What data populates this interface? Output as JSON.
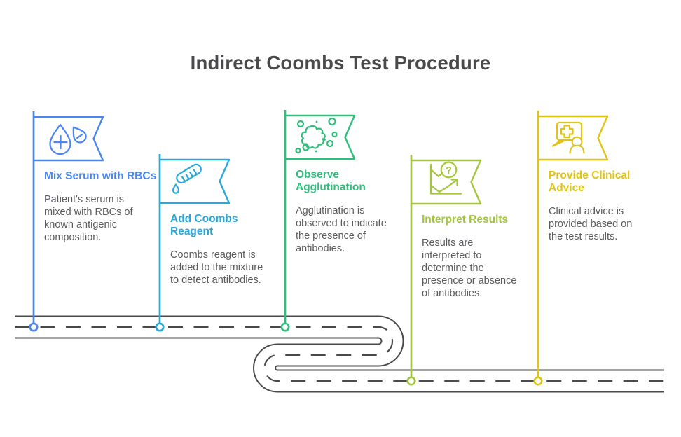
{
  "page": {
    "title": "Indirect Coombs Test Procedure",
    "background": "#ffffff",
    "title_color": "#4a4a4c",
    "body_text_color": "#5b5b5f"
  },
  "road": {
    "line_color": "#4a4a4a",
    "surface_color": "#ffffff"
  },
  "icons": {
    "question_mark": "?"
  },
  "steps": [
    {
      "title": "Mix Serum with RBCs",
      "description": "Patient's serum is\nmixed with RBCs of\nknown antigenic\ncomposition.",
      "color": "#4a86f0",
      "icon": "serum-droplets-icon"
    },
    {
      "title": "Add Coombs\nReagent",
      "description": "Coombs reagent is\nadded to the mixture\nto detect antibodies.",
      "color": "#29a9db",
      "icon": "reagent-tube-icon"
    },
    {
      "title": "Observe\nAgglutination",
      "description": "Agglutination is\nobserved to indicate\nthe presence of\nantibodies.",
      "color": "#2fbe7b",
      "icon": "agglutination-splat-icon"
    },
    {
      "title": "Interpret Results",
      "description": "Results are\ninterpreted to\ndetermine the\npresence or absence\nof antibodies.",
      "color": "#a4c63f",
      "icon": "results-chart-icon"
    },
    {
      "title": "Provide Clinical\nAdvice",
      "description": "Clinical advice is\nprovided based on\nthe test results.",
      "color": "#e0c414",
      "icon": "clinical-advice-icon"
    }
  ]
}
